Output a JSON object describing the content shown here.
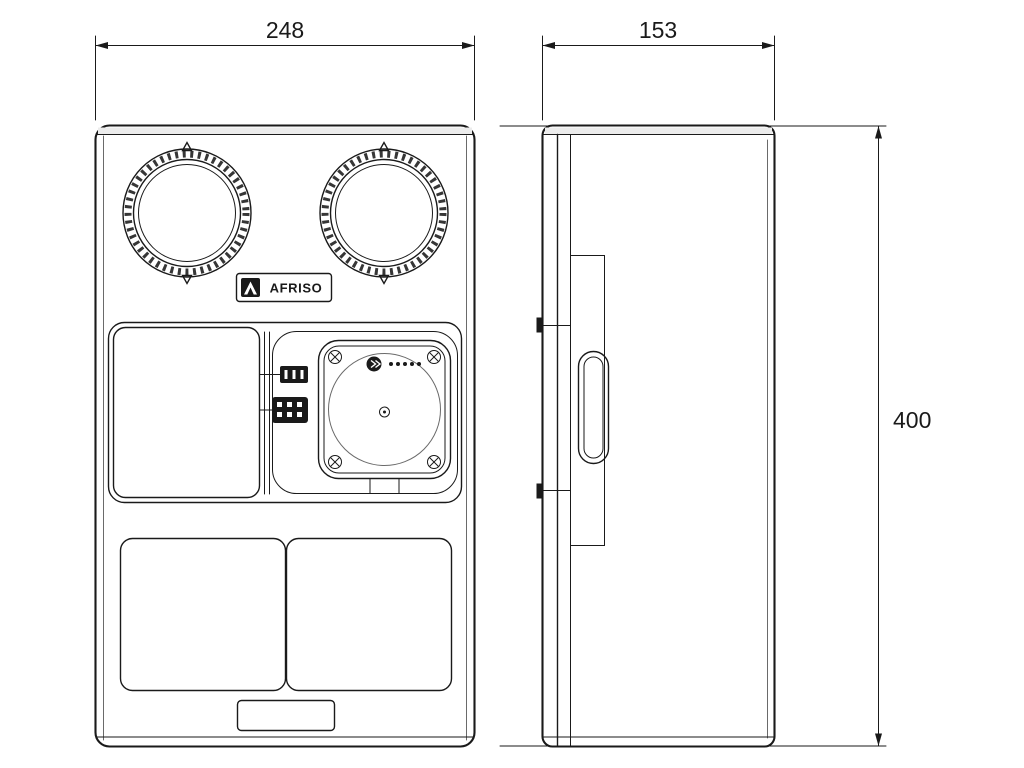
{
  "colors": {
    "line": "#1a1a1a",
    "background": "#ffffff",
    "shading": "#ececec"
  },
  "drawing": {
    "brand_label": "AFRISO",
    "dimensions": {
      "width_mm": "248",
      "depth_mm": "153",
      "height_mm": "400"
    }
  }
}
